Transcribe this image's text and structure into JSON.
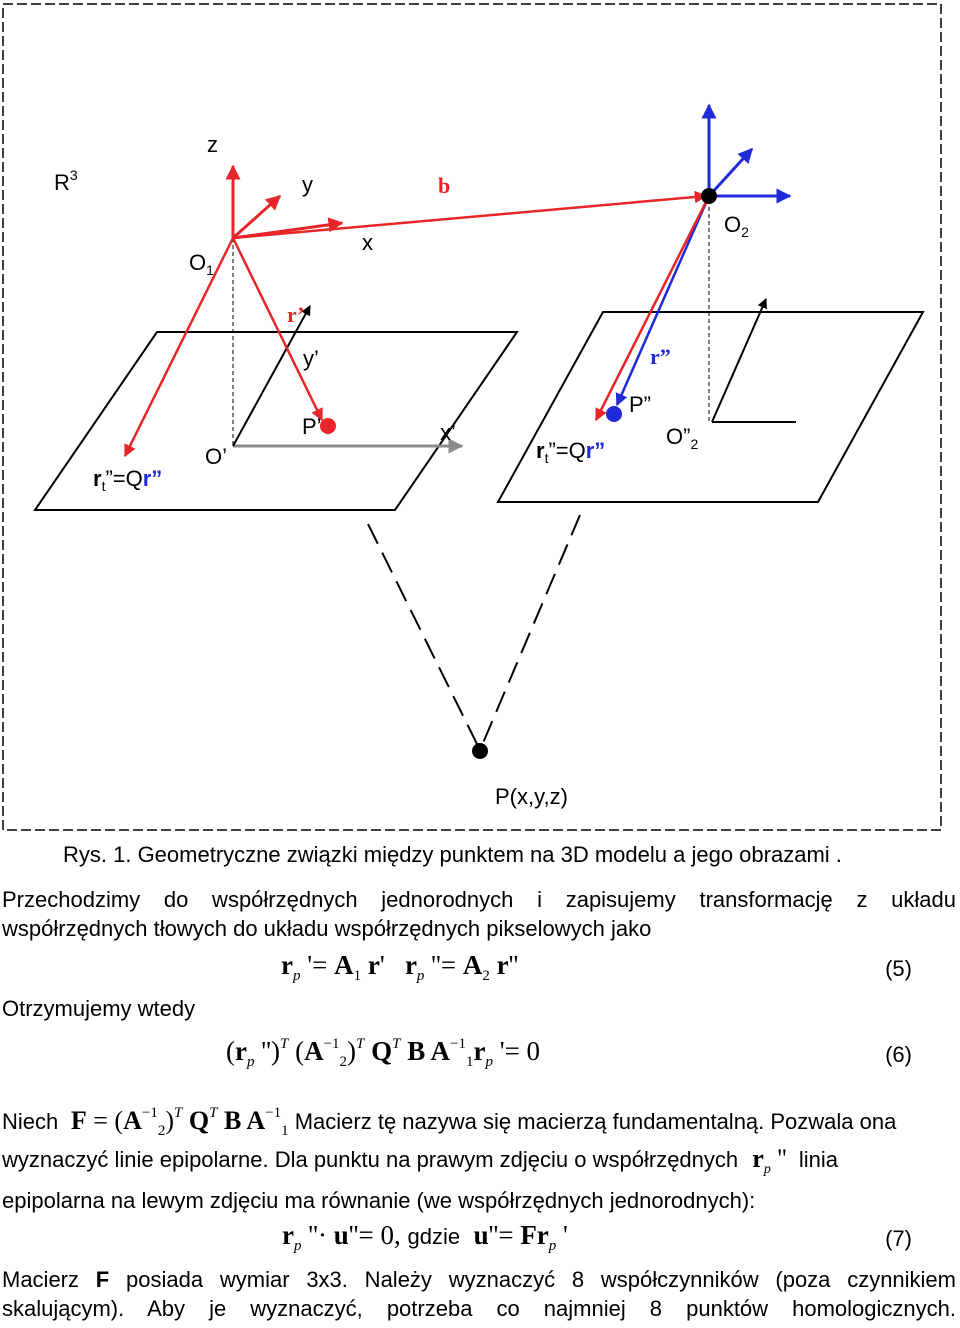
{
  "figure": {
    "labels": {
      "R3": "R",
      "R3_sup": "3",
      "z": "z",
      "y": "y",
      "b": "b",
      "x": "x",
      "O1": "O",
      "O1_sub": "1",
      "O2": "O",
      "O2_sub": "2",
      "r_prime": "r’",
      "y_prime": "y’",
      "r_dprime": "r”",
      "P_prime": "P’",
      "P_dprime": "P”",
      "O_prime": "O’",
      "x_prime": "x’",
      "O_dprime": "O”",
      "O_dprime_sub": "2",
      "rt_left_r": "r",
      "rt_left_t": "t",
      "rt_left_mid": "”=Q",
      "rt_left_end": "r”",
      "rt_right_r": "r",
      "rt_right_t": "t",
      "rt_right_mid": "”=Q",
      "rt_right_end": "r”",
      "Pxyz": "P(x,y,z)"
    },
    "colors": {
      "red": "#e8262a",
      "blue": "#1f2bd8",
      "gray": "#8a8a8a",
      "black": "#000000"
    }
  },
  "caption": "Rys. 1. Geometryczne związki między punktem na 3D modelu a jego obrazami .",
  "para1_line1": "Przechodzimy do współrzędnych jednorodnych i zapisujemy transformację z układu",
  "para1_line2": "współrzędnych tłowych do układu współrzędnych pikselowych jako",
  "eq5": {
    "a": "r",
    "a_sub": "p",
    "a_rest": " '= ",
    "b": "A",
    "b_sub": "1",
    "c": " r",
    "c_rest": "'",
    "d": "r",
    "d_sub": "p",
    "d_rest": " ''= ",
    "e": "A",
    "e_sub": "2",
    "f": " r",
    "f_rest": "''",
    "num": "(5)"
  },
  "otrzymujemy": "Otrzymujemy wtedy",
  "eq6": {
    "p1": "(",
    "r": "r",
    "r_sub": "p",
    "r_rest": " '')",
    "T1": "T",
    "p2": " (",
    "A2": "A",
    "A2_sup": "−1",
    "A2_sub": "2",
    "p3": ")",
    "T2": "T",
    "Q": " Q",
    "T3": "T",
    "B": " B ",
    "A1": "A",
    "A1_sup": "−1",
    "A1_sub": "1",
    "r2": "r",
    "r2_sub": "p",
    "r2_rest": " '= 0",
    "num": "(6)"
  },
  "niech": {
    "word": "Niech",
    "F": "F",
    "eq": " = (",
    "A2": "A",
    "A2_sup": "−1",
    "A2_sub": "2",
    "close": ")",
    "T1": "T",
    "Q": " Q",
    "T2": "T",
    "B": " B ",
    "A1": "A",
    "A1_sup": "−1",
    "A1_sub": "1",
    "rest": " Macierz tę nazywa się macierzą fundamentalną. Pozwala ona"
  },
  "para2_line1_a": "wyznaczyć linie epipolarne. Dla punktu na prawym zdjęciu o współrzędnych",
  "para2_r": "r",
  "para2_r_sub": "p",
  "para2_r_rest": " ''",
  "para2_line1_b": "linia",
  "para2_line2": "epipolarna na lewym zdjęciu ma równanie (we współrzędnych jednorodnych):",
  "eq7": {
    "r": "r",
    "r_sub": "p",
    "mid": " ''· ",
    "u": "u",
    "u_rest": "''= 0",
    "comma": ", ",
    "gdzie": "gdzie",
    "u2": "u",
    "u2_rest": "''= ",
    "F": "Fr",
    "F_sub": "p",
    "F_rest": " '",
    "num": "(7)"
  },
  "para3_line1_a": "Macierz ",
  "para3_F": "F",
  "para3_line1_b": " posiada wymiar 3x3. Należy wyznaczyć 8 współczynników (poza czynnikiem",
  "para3_line2": "skalującym). Aby je wyznaczyć, potrzeba co najmniej 8 punktów homologicznych."
}
